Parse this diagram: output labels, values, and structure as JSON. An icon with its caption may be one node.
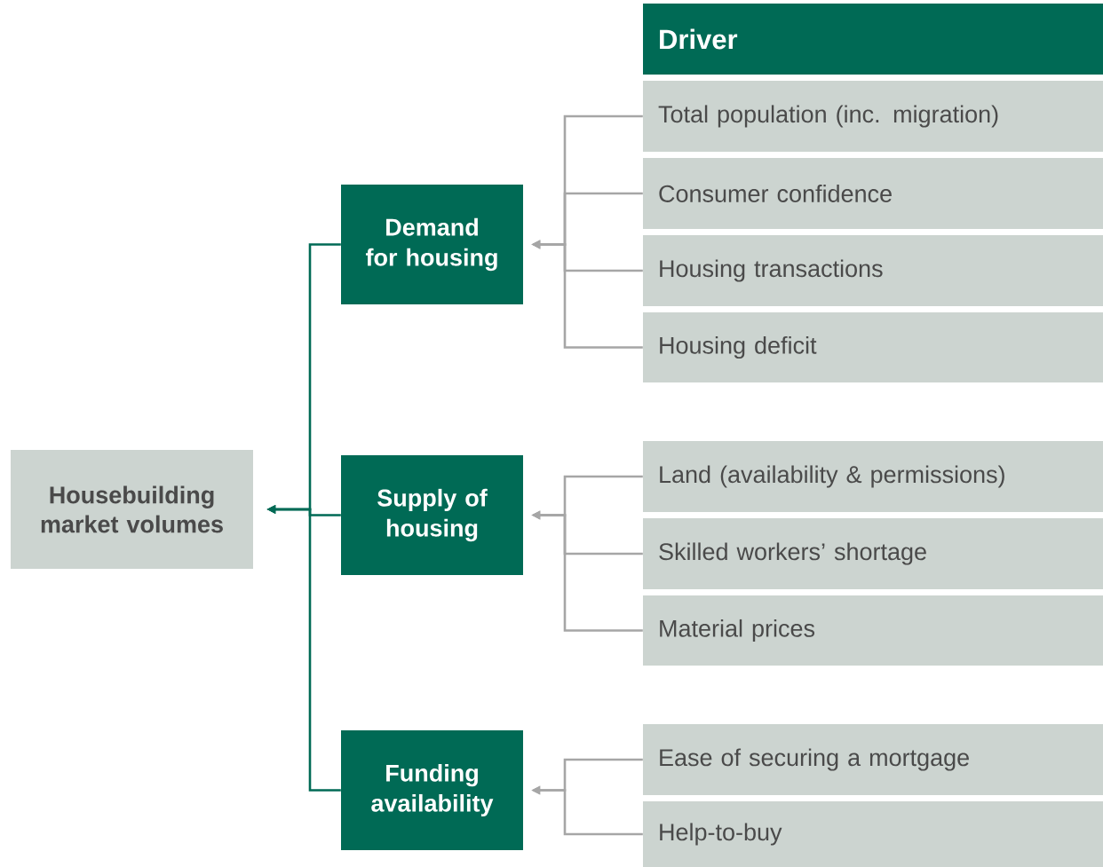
{
  "diagram": {
    "nodes": [
      {
        "text": [
          "Housebuilding market volumes"
        ]
      },
      {
        "text": [
          "Demand for housing"
        ]
      },
      {
        "text": [
          "Supply of housing"
        ]
      },
      {
        "text": [
          "Funding availability"
        ]
      },
      {
        "text": [
          "Driver"
        ]
      },
      {
        "text": [
          "Total population (inc. migration)"
        ]
      },
      {
        "text": [
          "Consumer confidence"
        ]
      },
      {
        "text": [
          "Housing transactions"
        ]
      },
      {
        "text": [
          "Housing deficit"
        ]
      },
      {
        "text": [
          "Land (availability & permissions)"
        ]
      },
      {
        "text": [
          "Skilled workers’ shortage"
        ]
      },
      {
        "text": [
          "Material prices"
        ]
      },
      {
        "text": [
          "Ease of securing a mortgage"
        ]
      },
      {
        "text": [
          "Help-to-buy"
        ]
      }
    ],
    "edges": [
      {
        "from": 1,
        "to": 0,
        "arrow": "to",
        "color": "#006a55"
      },
      {
        "from": 2,
        "to": 0,
        "arrow": "to",
        "color": "#006a55"
      },
      {
        "from": 3,
        "to": 0,
        "arrow": "to",
        "color": "#006a55"
      },
      {
        "from": 5,
        "to": 1,
        "arrow": "to"
      },
      {
        "from": 6,
        "to": 1,
        "arrow": "to"
      },
      {
        "from": 7,
        "to": 1,
        "arrow": "to"
      },
      {
        "from": 8,
        "to": 1,
        "arrow": "to"
      },
      {
        "from": 9,
        "to": 2,
        "arrow": "to"
      },
      {
        "from": 10,
        "to": 2,
        "arrow": "to"
      },
      {
        "from": 11,
        "to": 2,
        "arrow": "to"
      },
      {
        "from": 12,
        "to": 3,
        "arrow": "to"
      },
      {
        "from": 13,
        "to": 3,
        "arrow": "to"
      }
    ]
  }
}
